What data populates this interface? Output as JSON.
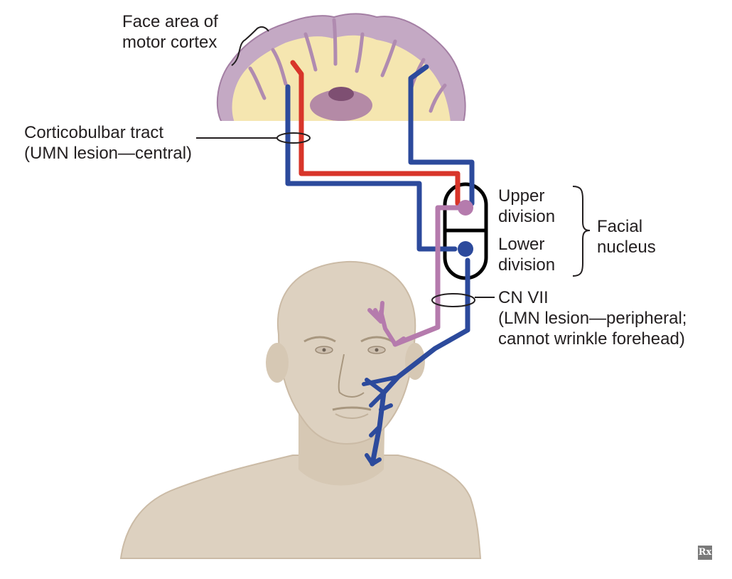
{
  "labels": {
    "motor_cortex": [
      "Face area of",
      "motor cortex"
    ],
    "corticobulbar": [
      "Corticobulbar tract",
      "(UMN lesion—central)"
    ],
    "upper_division": [
      "Upper",
      "division"
    ],
    "lower_division": [
      "Lower",
      "division"
    ],
    "facial_nucleus": [
      "Facial",
      "nucleus"
    ],
    "cn_vii": [
      "CN VII",
      "(LMN lesion—peripheral;",
      "cannot wrinkle forehead)"
    ]
  },
  "logo": {
    "text": "Rx",
    "icon": "rx-icon"
  },
  "colors": {
    "blue_pathway": "#2c4a9c",
    "red_pathway": "#d8352a",
    "pink_pathway": "#b57bad",
    "skin": "#ddd1c0",
    "cortex_gray_matter": "#c4a9c4",
    "cortex_white_matter": "#f5e6b0"
  }
}
